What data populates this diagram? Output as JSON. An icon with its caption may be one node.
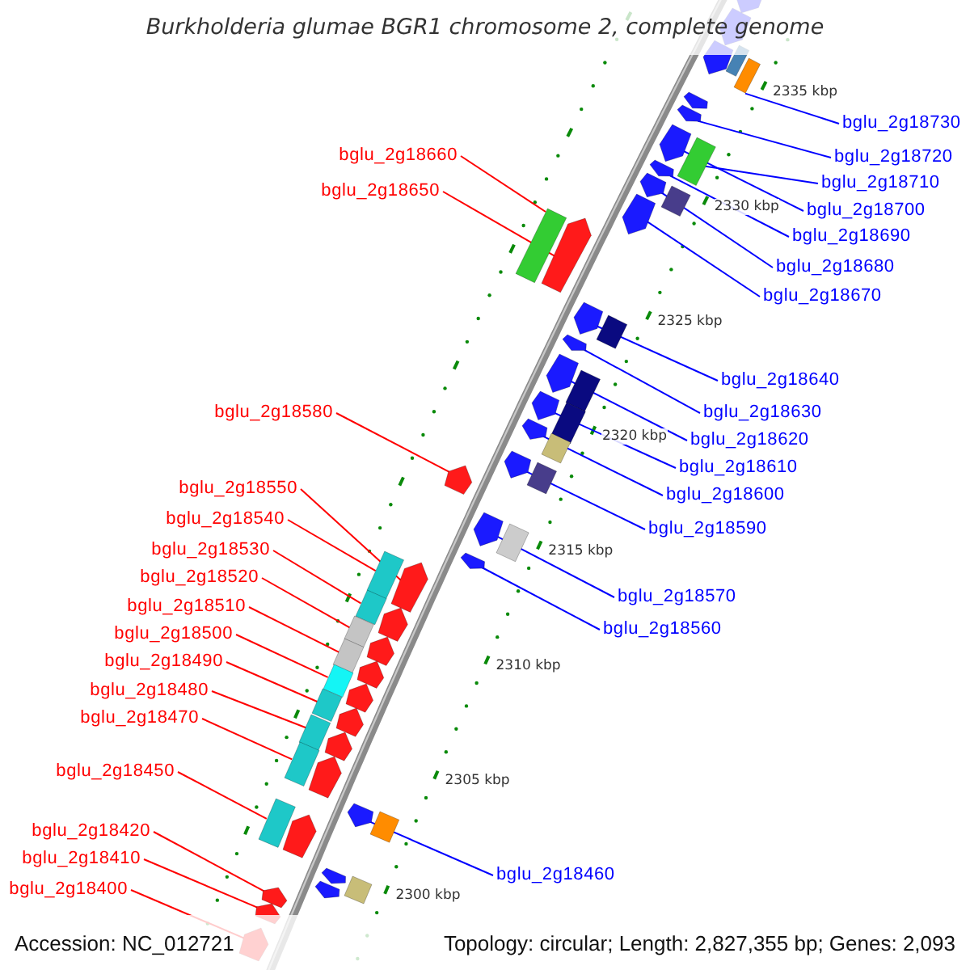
{
  "diagram": {
    "title": "Burkholderia glumae BGR1 chromosome 2, complete genome",
    "nodes": [
      {
        "text": [
          "bglu_2g18730"
        ]
      },
      {
        "text": [
          "bglu_2g18660"
        ]
      },
      {
        "text": [
          "bglu_2g18720"
        ]
      },
      {
        "text": [
          "bglu_2g18710"
        ]
      },
      {
        "text": [
          "bglu_2g18650"
        ]
      },
      {
        "text": [
          "bglu_2g18700"
        ]
      },
      {
        "text": [
          "bglu_2g18690"
        ]
      },
      {
        "text": [
          "bglu_2g18680"
        ]
      },
      {
        "text": [
          "bglu_2g18670"
        ]
      },
      {
        "text": [
          "bglu_2g18640"
        ]
      },
      {
        "text": [
          "bglu_2g18580"
        ]
      },
      {
        "text": [
          "bglu_2g18630"
        ]
      },
      {
        "text": [
          "bglu_2g18620"
        ]
      },
      {
        "text": [
          "bglu_2g18610"
        ]
      },
      {
        "text": [
          "bglu_2g18550"
        ]
      },
      {
        "text": [
          "bglu_2g18600"
        ]
      },
      {
        "text": [
          "bglu_2g18540"
        ]
      },
      {
        "text": [
          "bglu_2g18590"
        ]
      },
      {
        "text": [
          "bglu_2g18530"
        ]
      },
      {
        "text": [
          "bglu_2g18520"
        ]
      },
      {
        "text": [
          "bglu_2g18570"
        ]
      },
      {
        "text": [
          "bglu_2g18510"
        ]
      },
      {
        "text": [
          "bglu_2g18560"
        ]
      },
      {
        "text": [
          "bglu_2g18500"
        ]
      },
      {
        "text": [
          "bglu_2g18490"
        ]
      },
      {
        "text": [
          "bglu_2g18480"
        ]
      },
      {
        "text": [
          "bglu_2g18470"
        ]
      },
      {
        "text": [
          "bglu_2g18450"
        ]
      },
      {
        "text": [
          "bglu_2g18420"
        ]
      },
      {
        "text": [
          "bglu_2g18410"
        ]
      },
      {
        "text": [
          "bglu_2g18460"
        ]
      },
      {
        "text": [
          "bglu_2g18400"
        ]
      },
      {
        "text": [],
        "shape": "box"
      },
      {
        "text": [],
        "shape": "box"
      },
      {
        "text": [],
        "shape": "arrow"
      },
      {
        "text": [],
        "shape": "box"
      },
      {
        "text": [],
        "shape": "arrow"
      },
      {
        "text": [],
        "shape": "arrow"
      },
      {
        "text": [],
        "shape": "arrow"
      },
      {
        "text": [],
        "shape": "arrow"
      },
      {
        "text": [],
        "shape": "arrow"
      },
      {
        "text": [],
        "shape": "arrow"
      },
      {
        "text": [],
        "shape": "arrow"
      },
      {
        "text": [],
        "shape": "arrow"
      },
      {
        "text": [],
        "shape": "arrow"
      },
      {
        "text": [],
        "shape": "arrow"
      },
      {
        "text": [],
        "shape": "arrow"
      },
      {
        "text": [],
        "shape": "arrow"
      },
      {
        "text": [],
        "shape": "box"
      },
      {
        "text": [],
        "shape": "arrow"
      },
      {
        "text": [],
        "shape": "box"
      },
      {
        "text": [],
        "shape": "box"
      },
      {
        "text": [],
        "shape": "arrow"
      },
      {
        "text": [],
        "shape": "box"
      },
      {
        "text": [],
        "shape": "arrow"
      },
      {
        "text": [],
        "shape": "box"
      },
      {
        "text": [],
        "shape": "box"
      },
      {
        "text": [],
        "shape": "box"
      },
      {
        "text": [],
        "shape": "box"
      },
      {
        "text": [],
        "shape": "box"
      },
      {
        "text": [],
        "shape": "arrow"
      },
      {
        "text": [],
        "shape": "arrow"
      },
      {
        "text": [],
        "shape": "arrow"
      },
      {
        "text": [],
        "shape": "arrow"
      },
      {
        "text": [],
        "shape": "arrow"
      },
      {
        "text": [],
        "shape": "arrow"
      },
      {
        "text": [],
        "shape": "arrow"
      },
      {
        "text": [],
        "shape": "box"
      },
      {
        "text": [],
        "shape": "arrow"
      },
      {
        "text": [],
        "shape": "box"
      },
      {
        "text": [],
        "shape": "box"
      },
      {
        "text": [],
        "shape": "box"
      },
      {
        "text": [],
        "shape": "box"
      },
      {
        "text": [],
        "shape": "box"
      },
      {
        "text": [],
        "shape": "box"
      },
      {
        "text": [],
        "shape": "box"
      },
      {
        "text": [],
        "shape": "box"
      },
      {
        "text": [],
        "shape": "arrow"
      },
      {
        "text": [],
        "shape": "arrow"
      },
      {
        "text": [],
        "shape": "box"
      },
      {
        "text": [],
        "shape": "arrow"
      },
      {
        "text": [],
        "shape": "arrow"
      },
      {
        "text": [],
        "shape": "arrow"
      },
      {
        "text": [],
        "shape": "arrow"
      },
      {
        "text": [],
        "shape": "arrow"
      },
      {
        "text": [],
        "shape": "arrow"
      },
      {
        "text": [],
        "shape": "arrow"
      },
      {
        "text": [],
        "shape": "arrow"
      }
    ],
    "edges": [
      {
        "from": 0,
        "to": 32,
        "arrow": "none",
        "color": "#0000ff"
      },
      {
        "from": 1,
        "to": 33,
        "arrow": "none",
        "color": "#ff0000"
      },
      {
        "from": 2,
        "to": 34,
        "arrow": "none",
        "color": "#0000ff"
      },
      {
        "from": 3,
        "to": 35,
        "arrow": "none",
        "color": "#0000ff"
      },
      {
        "from": 4,
        "to": 36,
        "arrow": "none",
        "color": "#ff0000"
      },
      {
        "from": 5,
        "to": 37,
        "arrow": "none",
        "color": "#0000ff"
      },
      {
        "from": 6,
        "to": 38,
        "arrow": "none",
        "color": "#0000ff"
      },
      {
        "from": 7,
        "to": 39,
        "arrow": "none",
        "color": "#0000ff"
      },
      {
        "from": 8,
        "to": 40,
        "arrow": "none",
        "color": "#0000ff"
      },
      {
        "from": 9,
        "to": 41,
        "arrow": "none",
        "color": "#0000ff"
      },
      {
        "from": 10,
        "to": 42,
        "arrow": "none",
        "color": "#ff0000"
      },
      {
        "from": 11,
        "to": 43,
        "arrow": "none",
        "color": "#0000ff"
      },
      {
        "from": 12,
        "to": 44,
        "arrow": "none",
        "color": "#0000ff"
      },
      {
        "from": 13,
        "to": 45,
        "arrow": "none",
        "color": "#0000ff"
      },
      {
        "from": 14,
        "to": 46,
        "arrow": "none",
        "color": "#ff0000"
      },
      {
        "from": 15,
        "to": 47,
        "arrow": "none",
        "color": "#0000ff"
      },
      {
        "from": 16,
        "to": 48,
        "arrow": "none",
        "color": "#ff0000"
      },
      {
        "from": 17,
        "to": 49,
        "arrow": "none",
        "color": "#0000ff"
      },
      {
        "from": 18,
        "to": 50,
        "arrow": "none",
        "color": "#ff0000"
      },
      {
        "from": 19,
        "to": 51,
        "arrow": "none",
        "color": "#ff0000"
      },
      {
        "from": 20,
        "to": 52,
        "arrow": "none",
        "color": "#0000ff"
      },
      {
        "from": 21,
        "to": 53,
        "arrow": "none",
        "color": "#ff0000"
      },
      {
        "from": 22,
        "to": 54,
        "arrow": "none",
        "color": "#0000ff"
      },
      {
        "from": 23,
        "to": 55,
        "arrow": "none",
        "color": "#ff0000"
      },
      {
        "from": 24,
        "to": 56,
        "arrow": "none",
        "color": "#ff0000"
      },
      {
        "from": 25,
        "to": 57,
        "arrow": "none",
        "color": "#ff0000"
      },
      {
        "from": 26,
        "to": 58,
        "arrow": "none",
        "color": "#ff0000"
      },
      {
        "from": 27,
        "to": 59,
        "arrow": "none",
        "color": "#ff0000"
      },
      {
        "from": 28,
        "to": 60,
        "arrow": "none",
        "color": "#ff0000"
      },
      {
        "from": 29,
        "to": 61,
        "arrow": "none",
        "color": "#ff0000"
      },
      {
        "from": 30,
        "to": 62,
        "arrow": "none",
        "color": "#0000ff"
      },
      {
        "from": 31,
        "to": 63,
        "arrow": "none",
        "color": "#ff0000"
      }
    ],
    "labels": [
      "2335 kbp",
      "2330 kbp",
      "2325 kbp",
      "2320 kbp",
      "2315 kbp",
      "2310 kbp",
      "2305 kbp",
      "2300 kbp",
      "Accession: NC_012721",
      "Topology: circular; Length: 2,827,355 bp; Genes: 2,093"
    ]
  }
}
